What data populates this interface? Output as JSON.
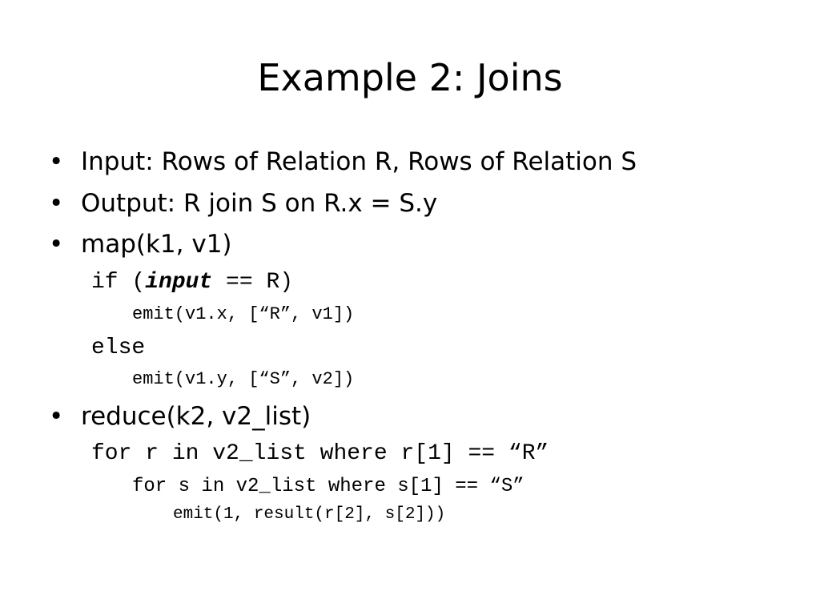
{
  "slide": {
    "title": "Example 2: Joins",
    "bullet_glyph": "•",
    "bullets": {
      "input": "Input: Rows of Relation R, Rows of Relation S",
      "output": "Output: R join S on R.x = S.y",
      "map": "map(k1, v1)",
      "reduce": "reduce(k2, v2_list)"
    },
    "map_code": {
      "if_prefix": "if (",
      "if_keyword": "input",
      "if_suffix": " == R)",
      "emit_r": "emit(v1.x, [“R”, v1])",
      "else": "else",
      "emit_s": "emit(v1.y, [“S”, v2])"
    },
    "reduce_code": {
      "for_r": "for r in v2_list where r[1] == “R”",
      "for_s": "for s in v2_list where s[1] == “S”",
      "emit_result": "emit(1, result(r[2], s[2]))"
    }
  }
}
